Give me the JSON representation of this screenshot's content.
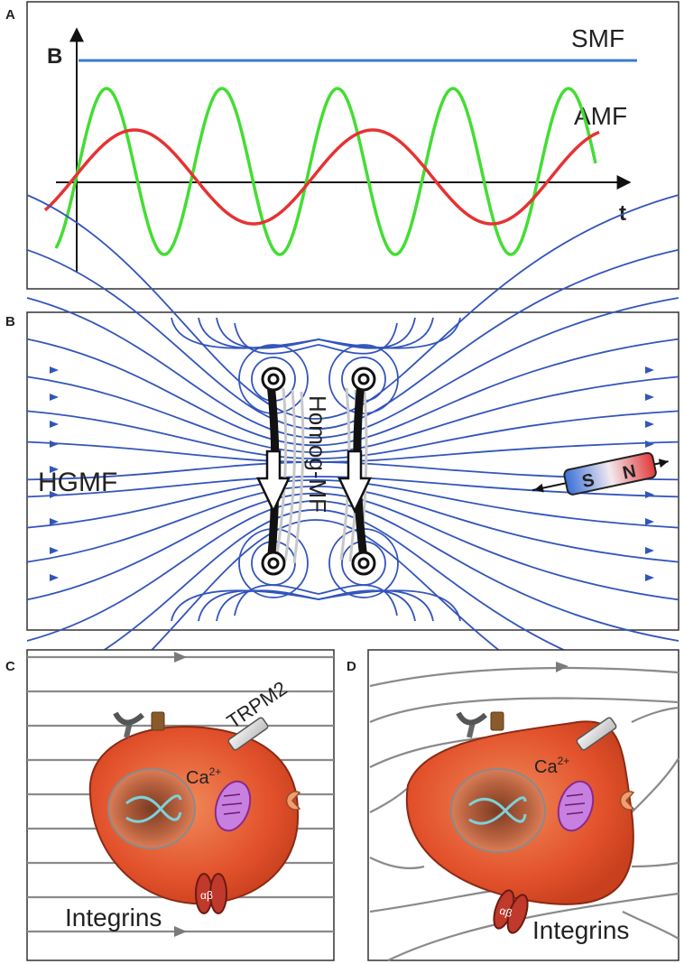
{
  "panels": {
    "a": {
      "letter": "A",
      "axis_y_label": "B",
      "axis_x_label": "t",
      "smf_label": "SMF",
      "amf_label": "AMF",
      "colors": {
        "smf": "#3a7bd5",
        "green_wave": "#44dd33",
        "red_wave": "#e63232"
      }
    },
    "b": {
      "letter": "B",
      "hgmf_label": "HGMF",
      "homog_label": "Homog-MF",
      "magnet_s": "S",
      "magnet_n": "N",
      "colors": {
        "field_lines": "#3355bb"
      }
    },
    "c": {
      "letter": "C",
      "trpm2_label": "TRPM2",
      "ca_label": "Ca",
      "ca_superscript": "2+",
      "integrins_label": "Integrins",
      "alpha_beta": "αβ"
    },
    "d": {
      "letter": "D",
      "ca_label": "Ca",
      "ca_superscript": "2+",
      "integrins_label": "Integrins",
      "alpha_beta": "αβ"
    }
  },
  "colors": {
    "cell": "#e2512b",
    "mito": "#c77fe0",
    "field_gray": "#7a7a7a"
  }
}
